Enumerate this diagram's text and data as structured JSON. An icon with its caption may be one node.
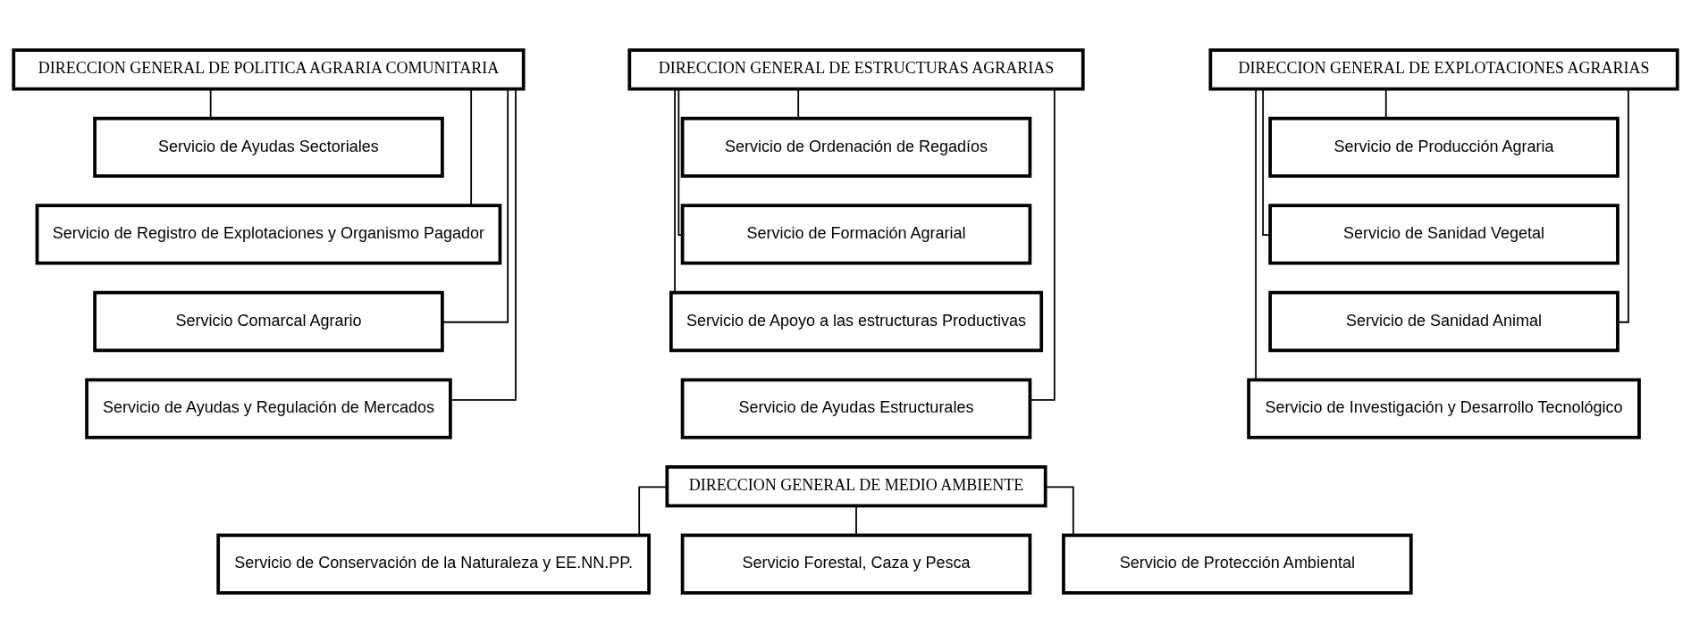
{
  "diagram": {
    "nodes": [
      {
        "text": [
          "DIRECCION GENERAL DE POLITICA AGRARIA COMUNITARIA"
        ]
      },
      {
        "text": [
          "Servicio de Ayudas Sectoriales"
        ]
      },
      {
        "text": [
          "Servicio de Registro de Explotaciones y Organismo Pagador"
        ]
      },
      {
        "text": [
          "Servicio Comarcal Agrario"
        ]
      },
      {
        "text": [
          "Servicio de Ayudas y Regulación de Mercados"
        ]
      },
      {
        "text": [
          "DIRECCION GENERAL DE ESTRUCTURAS AGRARIAS"
        ]
      },
      {
        "text": [
          "Servicio de Ordenación de Regadíos"
        ]
      },
      {
        "text": [
          "Servicio de Formación Agrarial"
        ]
      },
      {
        "text": [
          "Servicio de Apoyo a las estructuras Productivas"
        ]
      },
      {
        "text": [
          "Servicio de Ayudas Estructurales"
        ]
      },
      {
        "text": [
          "DIRECCION GENERAL DE EXPLOTACIONES AGRARIAS"
        ]
      },
      {
        "text": [
          "Servicio de Producción Agraria"
        ]
      },
      {
        "text": [
          "Servicio de Sanidad Vegetal"
        ]
      },
      {
        "text": [
          "Servicio de Sanidad Animal"
        ]
      },
      {
        "text": [
          "Servicio de Investigación y Desarrollo Tecnológico"
        ]
      },
      {
        "text": [
          "DIRECCION GENERAL DE MEDIO AMBIENTE"
        ]
      },
      {
        "text": [
          "Servicio de Conservación de la Naturaleza y EE.NN.PP."
        ]
      },
      {
        "text": [
          "Servicio Forestal, Caza y Pesca"
        ]
      },
      {
        "text": [
          "Servicio de Protección Ambiental"
        ]
      }
    ],
    "edges": [
      {
        "from": 0,
        "to": 1,
        "arrow": "none"
      },
      {
        "from": 0,
        "to": 2,
        "arrow": "none"
      },
      {
        "from": 0,
        "to": 3,
        "arrow": "none"
      },
      {
        "from": 0,
        "to": 4,
        "arrow": "none"
      },
      {
        "from": 5,
        "to": 6,
        "arrow": "none"
      },
      {
        "from": 5,
        "to": 7,
        "arrow": "none"
      },
      {
        "from": 5,
        "to": 8,
        "arrow": "none"
      },
      {
        "from": 5,
        "to": 9,
        "arrow": "none"
      },
      {
        "from": 10,
        "to": 11,
        "arrow": "none"
      },
      {
        "from": 10,
        "to": 12,
        "arrow": "none"
      },
      {
        "from": 10,
        "to": 13,
        "arrow": "none"
      },
      {
        "from": 10,
        "to": 14,
        "arrow": "none"
      },
      {
        "from": 15,
        "to": 16,
        "arrow": "none"
      },
      {
        "from": 15,
        "to": 17,
        "arrow": "none"
      },
      {
        "from": 15,
        "to": 18,
        "arrow": "none"
      }
    ]
  }
}
